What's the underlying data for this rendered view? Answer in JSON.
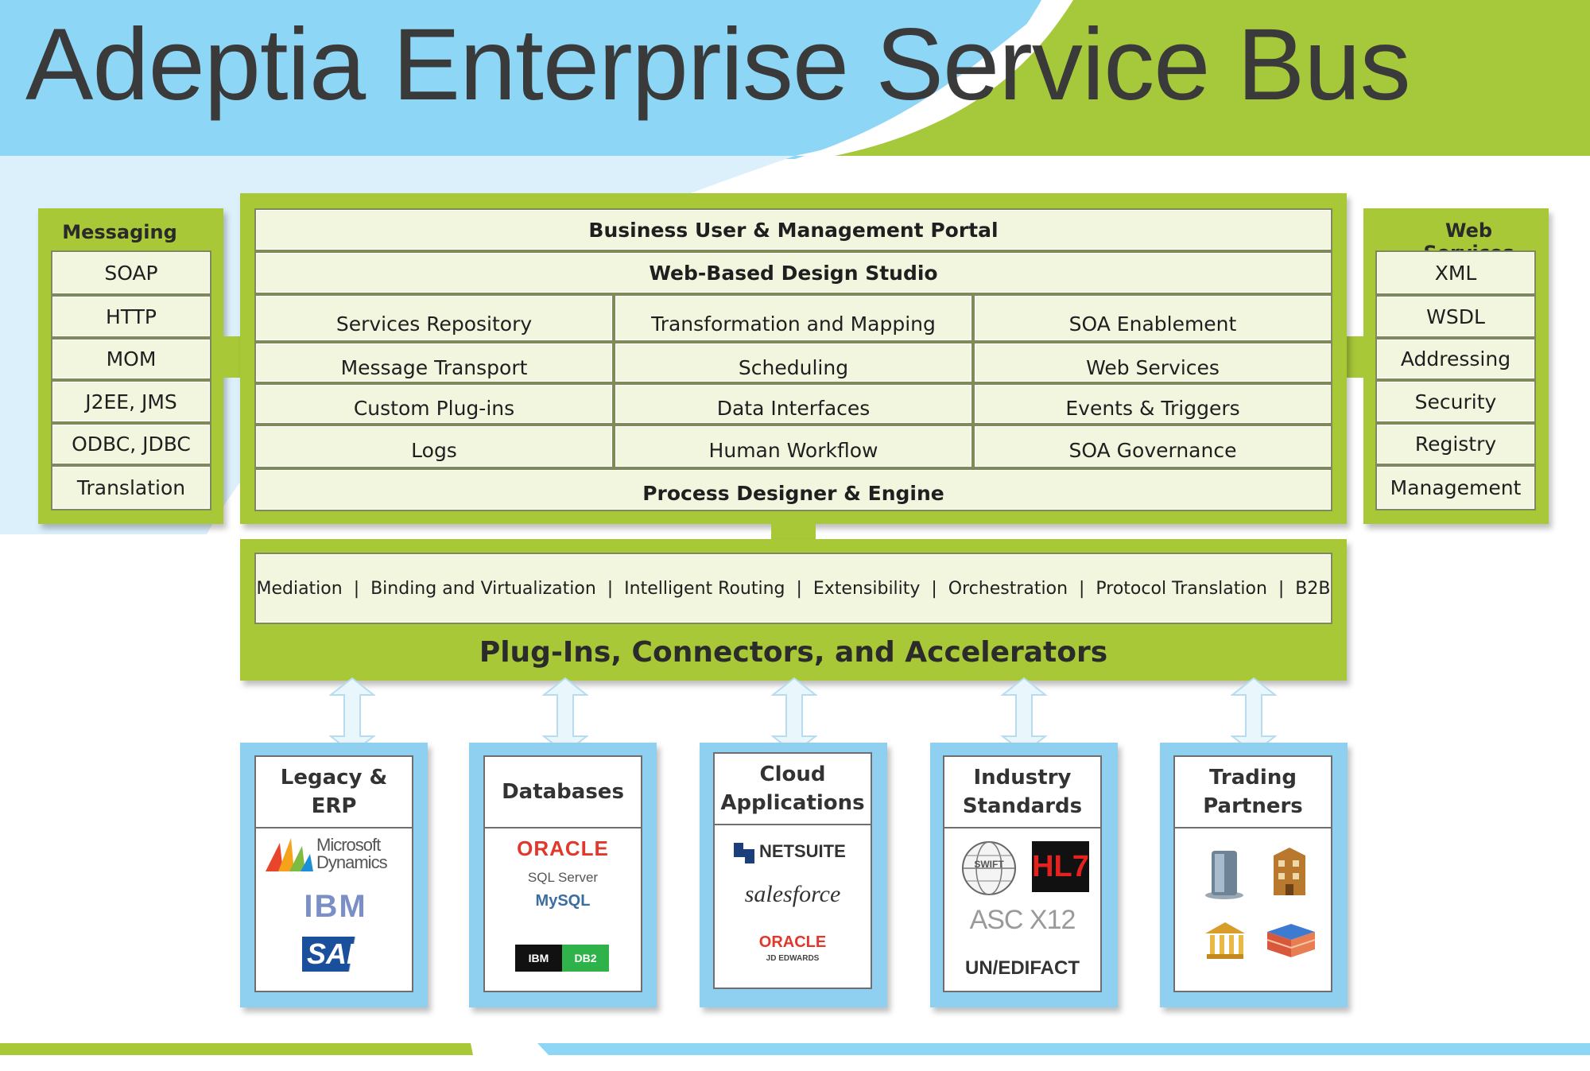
{
  "title": "Adeptia Enterprise Service Bus",
  "colors": {
    "green": "#a8c837",
    "blue": "#8fd0f1",
    "light_blue": "#dcf0fb",
    "cell": "#f2f6df"
  },
  "messaging": {
    "title": "Messaging",
    "items": [
      "SOAP",
      "HTTP",
      "MOM",
      "J2EE, JMS",
      "ODBC, JDBC",
      "Translation"
    ]
  },
  "web_services": {
    "title": "Web Services",
    "items": [
      "XML",
      "WSDL",
      "Addressing",
      "Security",
      "Registry",
      "Management"
    ]
  },
  "core": {
    "portal": "Business User & Management Portal",
    "studio": "Web-Based Design Studio",
    "grid": [
      [
        "Services Repository",
        "Transformation and Mapping",
        "SOA Enablement"
      ],
      [
        "Message Transport",
        "Scheduling",
        "Web Services"
      ],
      [
        "Custom Plug-ins",
        "Data Interfaces",
        "Events & Triggers"
      ],
      [
        "Logs",
        "Human Workflow",
        "SOA Governance"
      ]
    ],
    "engine": "Process Designer & Engine"
  },
  "capabilities": "Mediation  |  Binding and Virtualization  |  Intelligent Routing  |  Extensibility  |  Orchestration  |  Protocol Translation  |  B2B",
  "plugins_label": "Plug-Ins, Connectors, and Accelerators",
  "categories": [
    {
      "title_lines": [
        "Legacy &",
        "ERP"
      ],
      "logos": [
        "Microsoft",
        "Dynamics",
        "IBM",
        "SAP"
      ]
    },
    {
      "title_lines": [
        "Databases"
      ],
      "logos": [
        "ORACLE",
        "SQL Server",
        "MySQL",
        "IBM",
        "DB2"
      ]
    },
    {
      "title_lines": [
        "Cloud",
        "Applications"
      ],
      "logos": [
        "NETSUITE",
        "salesforce",
        "ORACLE",
        "JD EDWARDS"
      ]
    },
    {
      "title_lines": [
        "Industry",
        "Standards"
      ],
      "logos": [
        "SWIFT",
        "HL7",
        "ASC X12",
        "UN/EDIFACT"
      ]
    },
    {
      "title_lines": [
        "Trading",
        "Partners"
      ],
      "logos": []
    }
  ]
}
